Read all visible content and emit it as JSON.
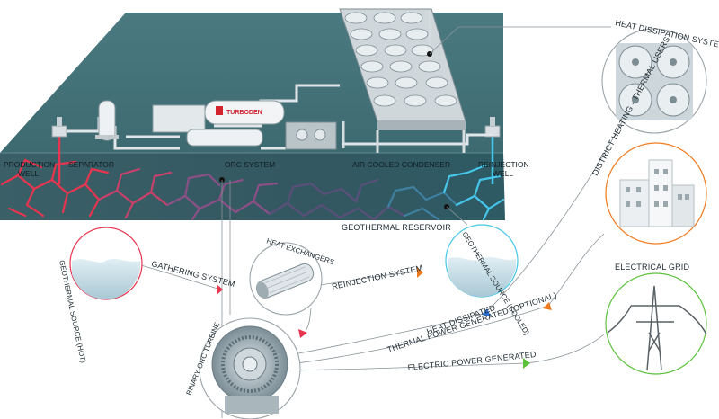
{
  "labels": {
    "production_well_1": "PRODUCTION",
    "production_well_2": "WELL",
    "separator": "SEPARATOR",
    "orc_system": "ORC SYSTEM",
    "air_cooled_condenser": "AIR COOLED CONDENSER",
    "reinjection_well_1": "REINJECTION",
    "reinjection_well_2": "WELL",
    "geothermal_reservoir": "GEOTHERMAL RESERVOIR",
    "geothermal_source_hot": "GEOTHERMAL SOURCE (HOT)",
    "geothermal_source_cooled": "GEOTHERMAL SOURCE (COOLED)",
    "gathering_system": "GATHERING SYSTEM",
    "heat_exchangers": "HEAT EXCHANGERS",
    "reinjection_system": "REINJECTION SYSTEM",
    "binary_orc_turbine": "BINARY ORC TURBINE",
    "heat_dissipated": "HEAT DISSIPATED",
    "thermal_power_generated": "THERMAL POWER GENERATED (OPTIONAL)",
    "electric_power_generated": "ELECTRIC POWER GENERATED",
    "heat_dissipation_system": "HEAT DISSIPATION SYSTEM",
    "district_heating": "DISTRICT HEATING - THERMAL USERS",
    "electrical_grid": "ELECTRICAL GRID",
    "brand": "TURBODEN"
  },
  "colors": {
    "ground_top": "#3e6b72",
    "ground_side": "#2c4f57",
    "hot": "#e8354f",
    "cold": "#45c6ea",
    "orange": "#f07a1e",
    "blue_marker": "#2b6fd6",
    "green": "#5cc23c",
    "circle_grey": "#c9ccce"
  }
}
